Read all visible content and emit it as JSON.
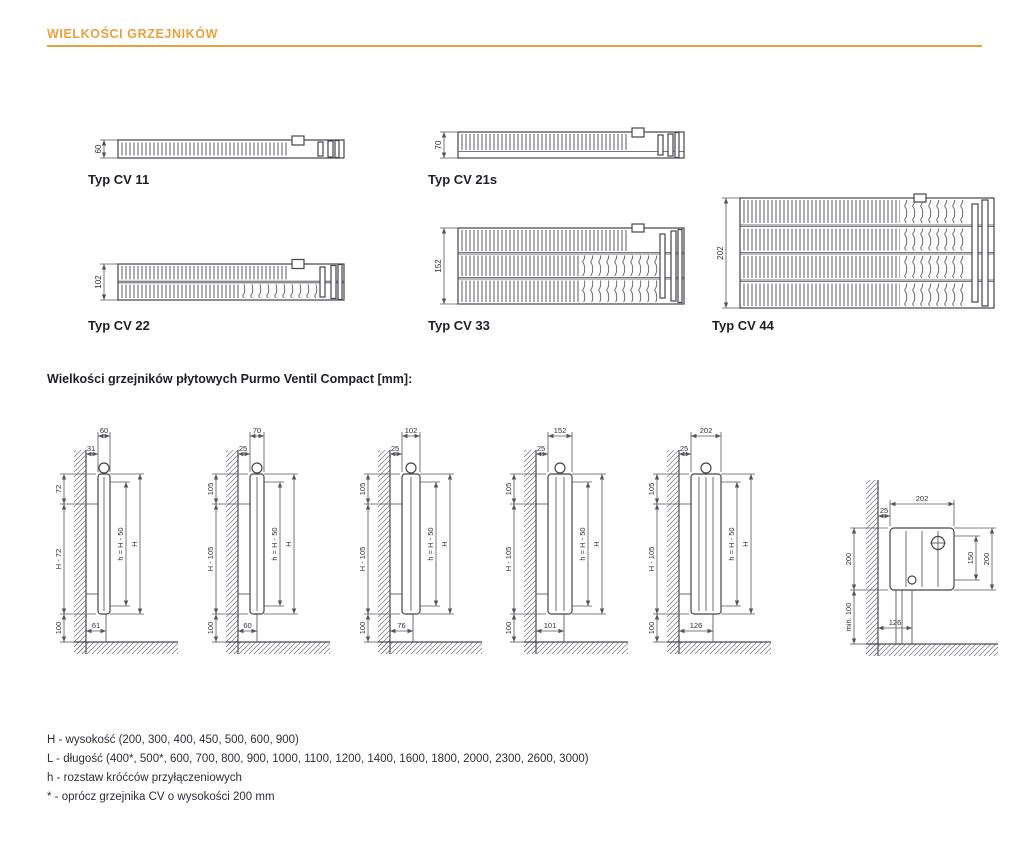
{
  "colors": {
    "accent": "#E8A23C",
    "ink": "#23232C",
    "line": "#4A4A52"
  },
  "header": {
    "title": "WIELKOŚCI GRZEJNIKÓW"
  },
  "cross_sections": [
    {
      "type": "Typ CV 11",
      "depth_mm": "60"
    },
    {
      "type": "Typ CV 21s",
      "depth_mm": "70"
    },
    {
      "type": "Typ CV 22",
      "depth_mm": "102"
    },
    {
      "type": "Typ CV 33",
      "depth_mm": "152"
    },
    {
      "type": "Typ CV 44",
      "depth_mm": "202"
    }
  ],
  "dimensions_heading": "Wielkości grzejników płytowych Purmo Ventil Compact [mm]:",
  "mount_diagrams": [
    {
      "wall_gap": "31",
      "depth": "60",
      "bracket_offset": "72",
      "mid_height": "H - 72",
      "floor_clearance": "100",
      "pipe_spacing": "h = H - 50",
      "total_height": "H",
      "connection_distance": "61"
    },
    {
      "wall_gap": "25",
      "depth": "70",
      "bracket_offset": "105",
      "mid_height": "H - 105",
      "floor_clearance": "100",
      "pipe_spacing": "h = H - 50",
      "total_height": "H",
      "connection_distance": "60"
    },
    {
      "wall_gap": "25",
      "depth": "102",
      "bracket_offset": "105",
      "mid_height": "H - 105",
      "floor_clearance": "100",
      "pipe_spacing": "h = H - 50",
      "total_height": "H",
      "connection_distance": "76"
    },
    {
      "wall_gap": "25",
      "depth": "152",
      "bracket_offset": "105",
      "mid_height": "H - 105",
      "floor_clearance": "100",
      "pipe_spacing": "h = H - 50",
      "total_height": "H",
      "connection_distance": "101"
    },
    {
      "wall_gap": "25",
      "depth": "202",
      "bracket_offset": "105",
      "mid_height": "H - 105",
      "floor_clearance": "100",
      "pipe_spacing": "h = H - 50",
      "total_height": "H",
      "connection_distance": "126"
    }
  ],
  "floor_detail": {
    "depth": "202",
    "wall_gap": "25",
    "height": "200",
    "min_clearance": "min. 100",
    "stub_spacing": "150",
    "total_height": "200",
    "connection_distance": "126"
  },
  "notes": [
    "H - wysokość (200, 300, 400, 450, 500, 600, 900)",
    "L - długość (400*, 500*, 600, 700, 800, 900, 1000, 1100, 1200, 1400, 1600, 1800, 2000, 2300, 2600, 3000)",
    "h - rozstaw króćców przyłączeniowych",
    "* - oprócz grzejnika CV o wysokości 200 mm"
  ]
}
